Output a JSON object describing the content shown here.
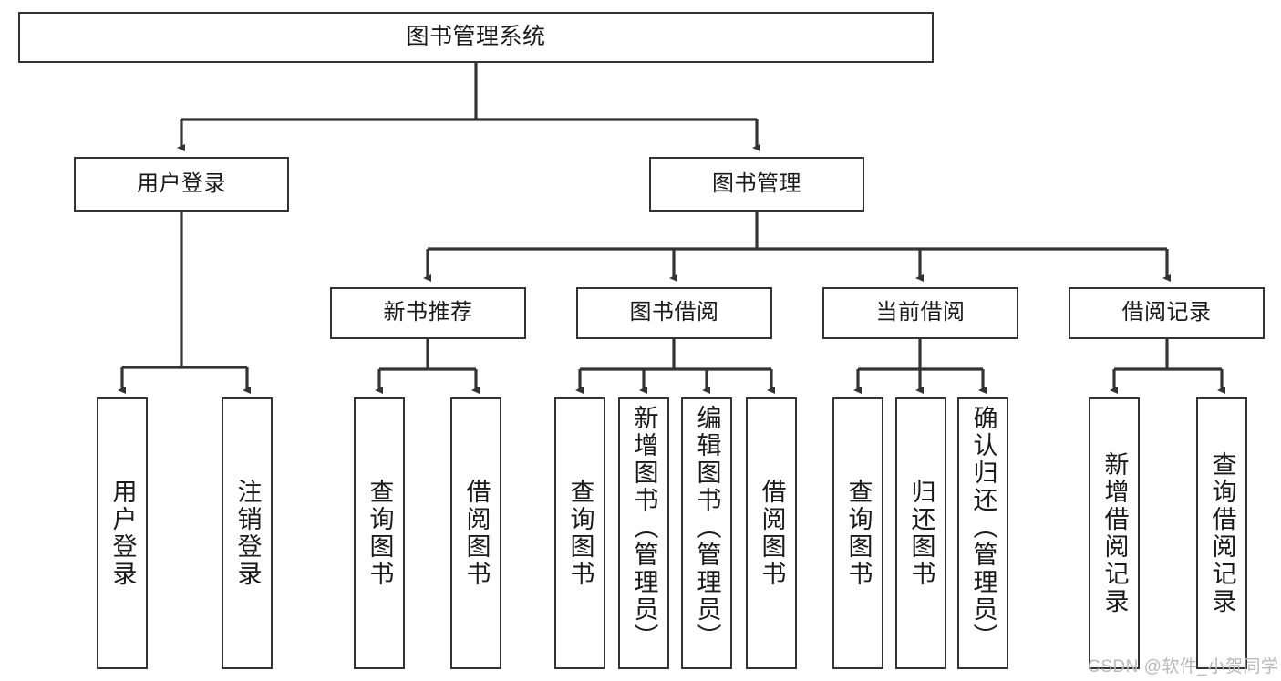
{
  "diagram": {
    "title": "图书管理系统",
    "type": "tree-hierarchy",
    "root": {
      "label": "图书管理系统"
    },
    "level2": [
      {
        "label": "用户登录"
      },
      {
        "label": "图书管理"
      }
    ],
    "level3": [
      {
        "label": "新书推荐"
      },
      {
        "label": "图书借阅"
      },
      {
        "label": "当前借阅"
      },
      {
        "label": "借阅记录"
      }
    ],
    "leaves": {
      "user_login": [
        {
          "label": "用户登录"
        },
        {
          "label": "注销登录"
        }
      ],
      "new_book_recommend": [
        {
          "label": "查询图书"
        },
        {
          "label": "借阅图书"
        }
      ],
      "book_borrow": [
        {
          "label": "查询图书"
        },
        {
          "label": "新增图书（管理员）"
        },
        {
          "label": "编辑图书（管理员）"
        },
        {
          "label": "借阅图书"
        }
      ],
      "current_borrow": [
        {
          "label": "查询图书"
        },
        {
          "label": "归还图书"
        },
        {
          "label": "确认归还（管理员）"
        }
      ],
      "borrow_record": [
        {
          "label": "新增借阅记录"
        },
        {
          "label": "查询借阅记录"
        }
      ]
    }
  },
  "watermark": {
    "text": "CSDN @软件_小贺同学"
  },
  "colors": {
    "stroke": "#333333",
    "background": "#ffffff",
    "text": "#1a1a1a",
    "watermark": "#b9b9b9"
  }
}
